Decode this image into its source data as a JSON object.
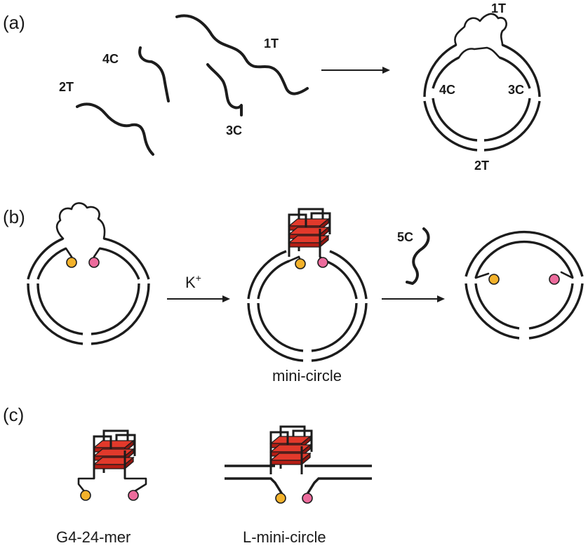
{
  "panels": {
    "a": {
      "tag": "(a)",
      "strands": [
        "1T",
        "4C",
        "2T",
        "3C"
      ],
      "ring_labels": {
        "top": "1T",
        "left": "4C",
        "right": "3C",
        "bottom": "2T"
      }
    },
    "b": {
      "tag": "(b)",
      "reagent": "K",
      "reagent_sup": "+",
      "added_strand": "5C",
      "caption": "mini-circle"
    },
    "c": {
      "tag": "(c)",
      "left_caption": "G4-24-mer",
      "right_caption": "L-mini-circle"
    }
  },
  "colors": {
    "strand": "#1c1c1c",
    "quadruplex_red": "#d0261c",
    "dye_orange": "#f3b22b",
    "dye_pink": "#ec6b9c"
  }
}
